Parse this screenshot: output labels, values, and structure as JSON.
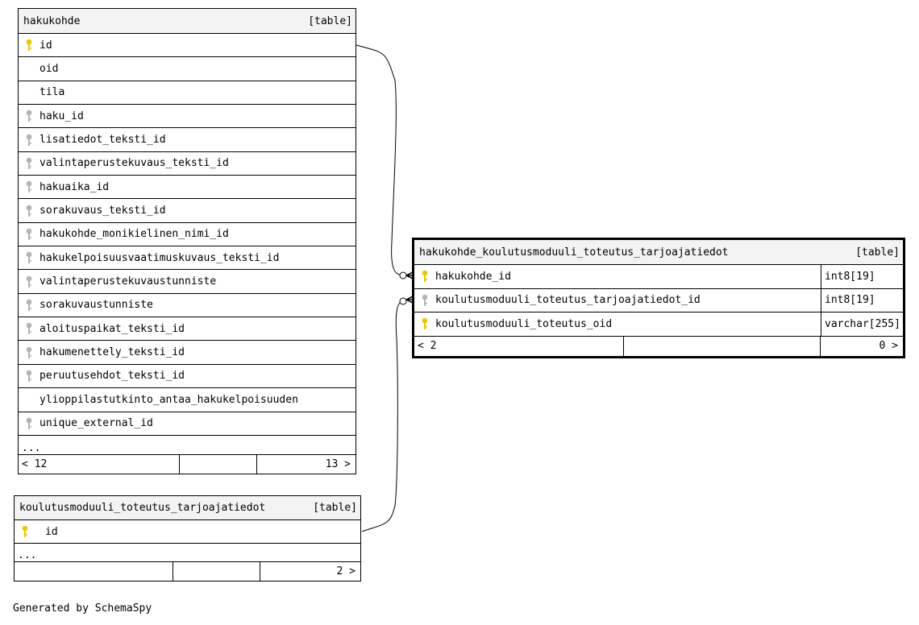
{
  "tables": {
    "hakukohde": {
      "name": "hakukohde",
      "kind": "[table]",
      "columns": [
        {
          "name": "id",
          "key": "primary"
        },
        {
          "name": "oid",
          "key": "none"
        },
        {
          "name": "tila",
          "key": "none"
        },
        {
          "name": "haku_id",
          "key": "foreign"
        },
        {
          "name": "lisatiedot_teksti_id",
          "key": "foreign"
        },
        {
          "name": "valintaperustekuvaus_teksti_id",
          "key": "foreign"
        },
        {
          "name": "hakuaika_id",
          "key": "foreign"
        },
        {
          "name": "sorakuvaus_teksti_id",
          "key": "foreign"
        },
        {
          "name": "hakukohde_monikielinen_nimi_id",
          "key": "foreign"
        },
        {
          "name": "hakukelpoisuusvaatimuskuvaus_teksti_id",
          "key": "foreign"
        },
        {
          "name": "valintaperustekuvaustunniste",
          "key": "foreign"
        },
        {
          "name": "sorakuvaustunniste",
          "key": "foreign"
        },
        {
          "name": "aloituspaikat_teksti_id",
          "key": "foreign"
        },
        {
          "name": "hakumenettely_teksti_id",
          "key": "foreign"
        },
        {
          "name": "peruutusehdot_teksti_id",
          "key": "foreign"
        },
        {
          "name": "ylioppilastutkinto_antaa_hakukelpoisuuden",
          "key": "none"
        },
        {
          "name": "unique_external_id",
          "key": "foreign"
        }
      ],
      "ellipsis": "...",
      "footer": {
        "left": "< 12",
        "mid": "",
        "right": "13 >"
      }
    },
    "link": {
      "name": "hakukohde_koulutusmoduuli_toteutus_tarjoajatiedot",
      "kind": "[table]",
      "columns": [
        {
          "name": "hakukohde_id",
          "type": "int8[19]",
          "key": "primary"
        },
        {
          "name": "koulutusmoduuli_toteutus_tarjoajatiedot_id",
          "type": "int8[19]",
          "key": "foreign"
        },
        {
          "name": "koulutusmoduuli_toteutus_oid",
          "type": "varchar[255]",
          "key": "primary"
        }
      ],
      "footer": {
        "left": "< 2",
        "mid": "",
        "right": "0 >"
      }
    },
    "tarjoaja": {
      "name": "koulutusmoduuli_toteutus_tarjoajatiedot",
      "kind": "[table]",
      "columns": [
        {
          "name": "id",
          "key": "primary"
        }
      ],
      "ellipsis": "...",
      "footer": {
        "left": "",
        "mid": "",
        "right": "2 >"
      }
    }
  },
  "colors": {
    "primary_key": "#e6c800",
    "foreign_key": "#b4b4b4",
    "header_bg": "#f3f3f3"
  },
  "credit": "Generated by SchemaSpy"
}
